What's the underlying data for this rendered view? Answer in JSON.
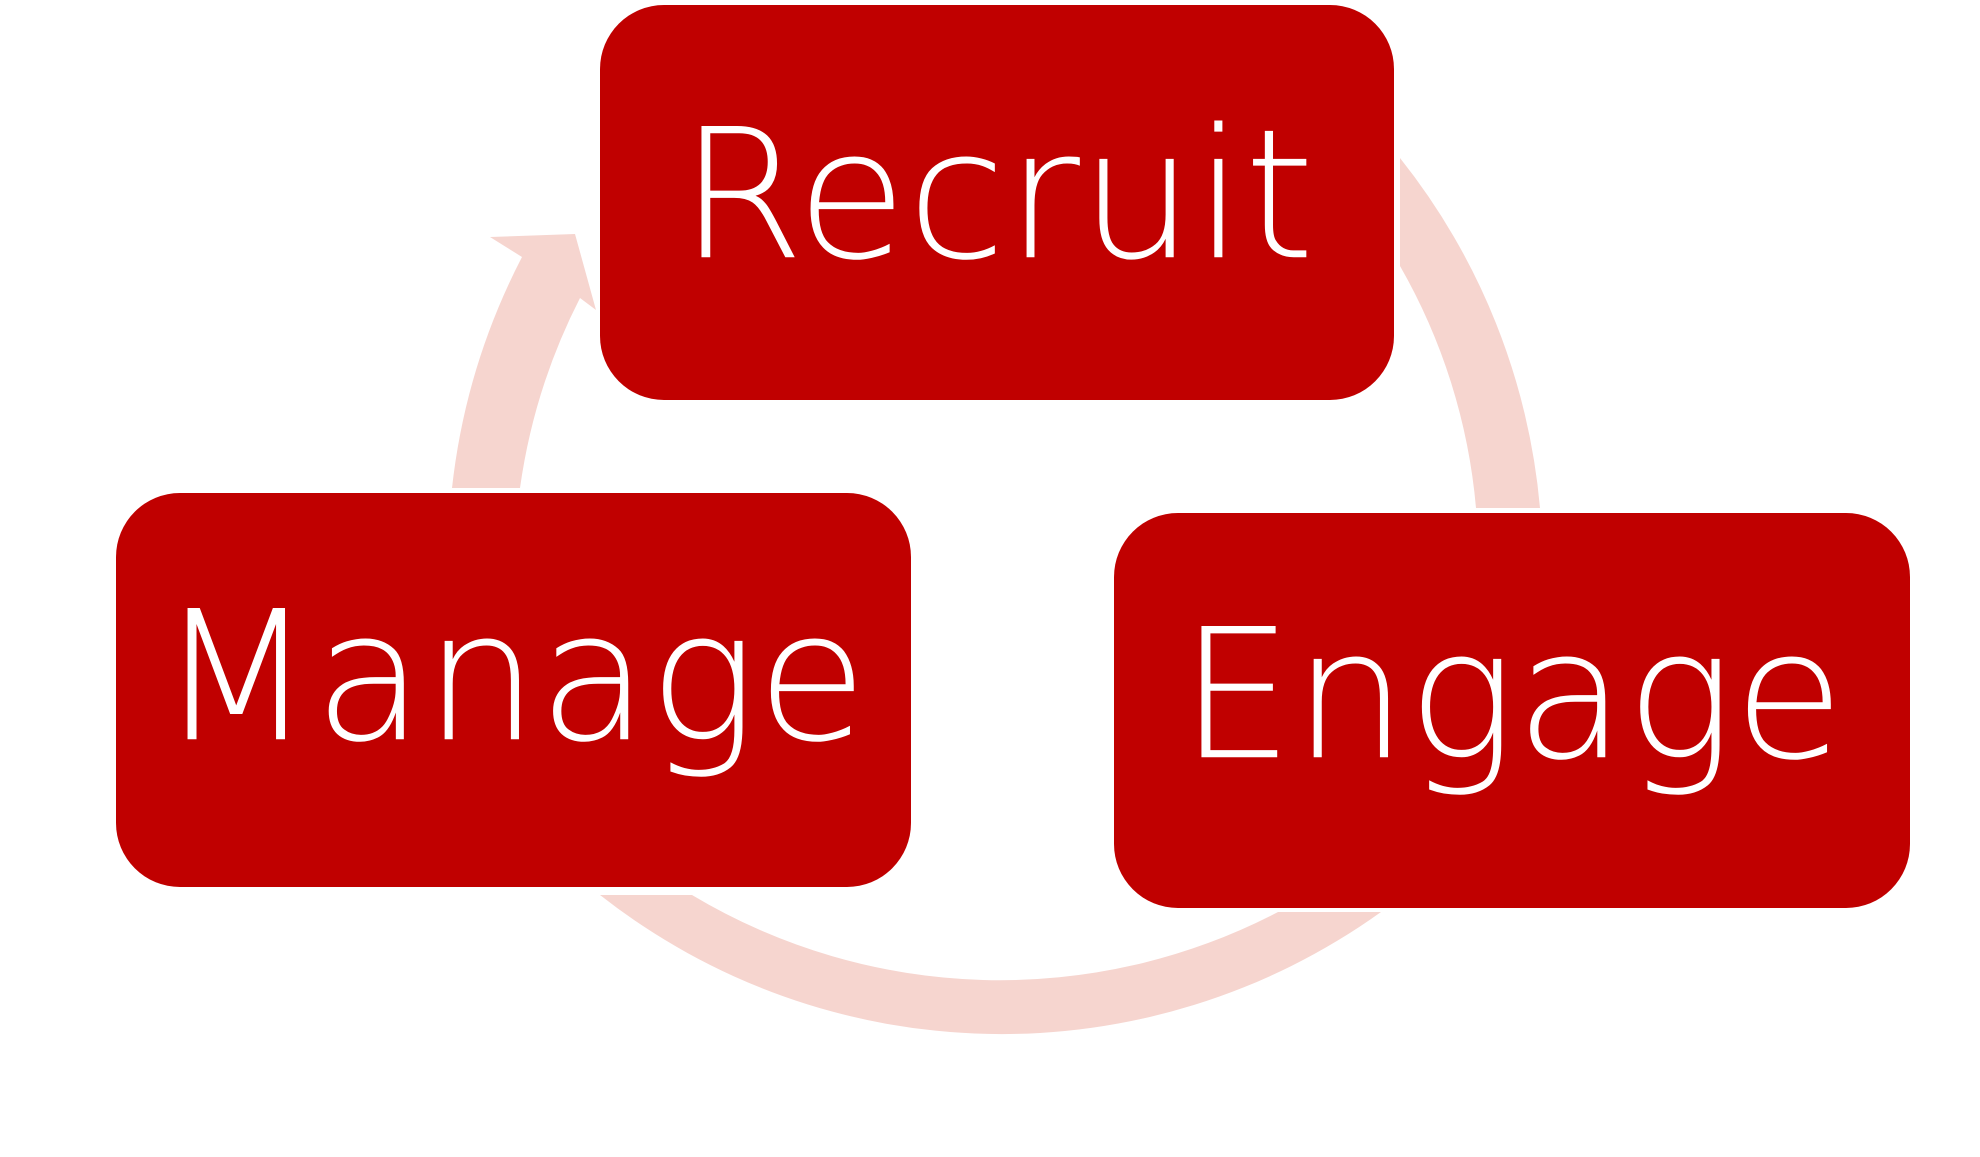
{
  "diagram": {
    "type": "cycle",
    "nodes": [
      {
        "id": "recruit",
        "label": "Recruit"
      },
      {
        "id": "engage",
        "label": "Engage"
      },
      {
        "id": "manage",
        "label": "Manage"
      }
    ],
    "edges": [
      {
        "from": "recruit",
        "to": "engage"
      },
      {
        "from": "engage",
        "to": "manage"
      },
      {
        "from": "manage",
        "to": "recruit"
      }
    ]
  },
  "colors": {
    "node_fill": "#C00000",
    "node_text": "#FFFFFF",
    "arrow_fill": "#F6D5CF",
    "background": "#FFFFFF"
  }
}
